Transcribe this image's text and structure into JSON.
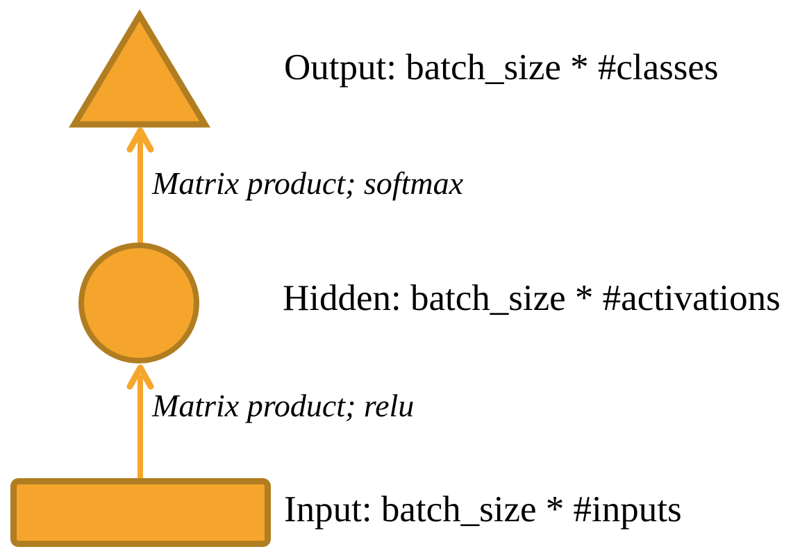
{
  "diagram": {
    "nodes": [
      {
        "id": "output",
        "shape": "triangle",
        "label": "Output: batch_size * #classes"
      },
      {
        "id": "hidden",
        "shape": "circle",
        "label": "Hidden: batch_size * #activations"
      },
      {
        "id": "input",
        "shape": "rectangle",
        "label": "Input: batch_size * #inputs"
      }
    ],
    "edges": [
      {
        "from": "hidden",
        "to": "output",
        "label": "Matrix product; softmax"
      },
      {
        "from": "input",
        "to": "hidden",
        "label": "Matrix product; relu"
      }
    ]
  },
  "colors": {
    "shape-fill": "#F5A52C",
    "shape-stroke": "#B07D21",
    "arrow": "#F5A62C",
    "text": "#000000",
    "background": "#FFFFFF"
  }
}
